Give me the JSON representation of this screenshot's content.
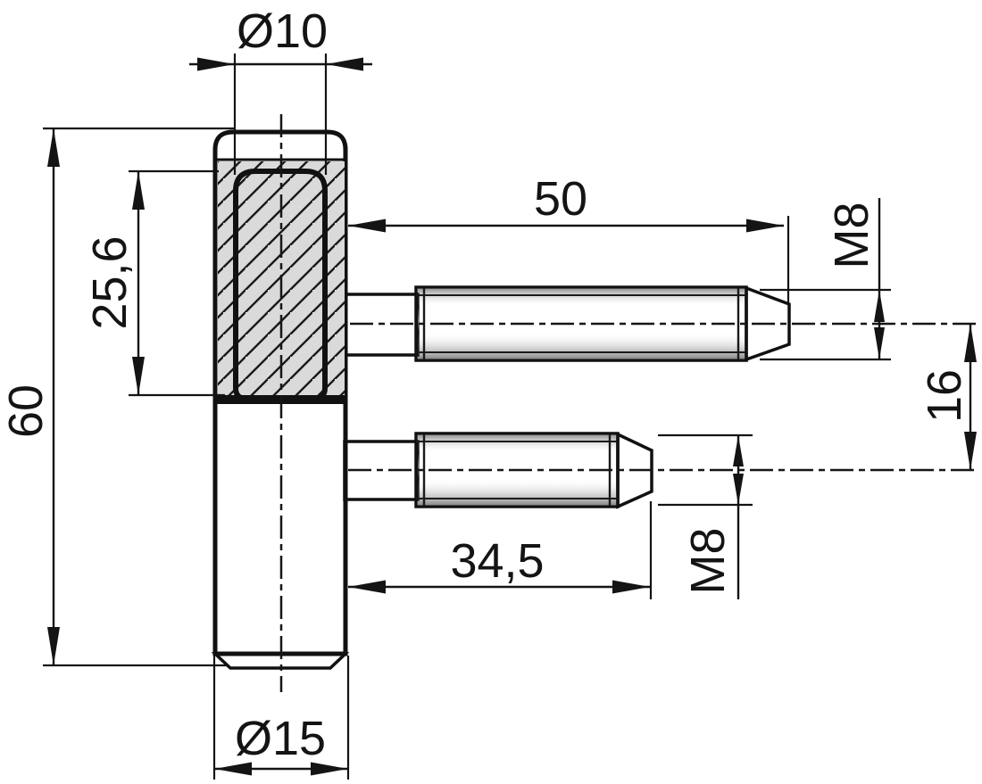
{
  "drawing": {
    "type": "engineering-drawing",
    "subject": "drill-in hinge frame part: sectioned sleeve with inner pin and two M8 threaded studs",
    "background": "#ffffff",
    "line_color": "#141414",
    "metal_colors": {
      "light": "#f5f5f5",
      "mid": "#c9c9c9",
      "dark": "#8f8f8f",
      "thread_dark": "#585858"
    },
    "labels": {
      "pin_diameter": "Ø10",
      "overall_length": "60",
      "pin_depth": "25,6",
      "upper_stud_length": "50",
      "upper_stud_thread": "M8",
      "stud_centre_distance": "16",
      "lower_stud_length": "34,5",
      "lower_stud_thread": "M8",
      "body_diameter": "Ø15"
    }
  }
}
